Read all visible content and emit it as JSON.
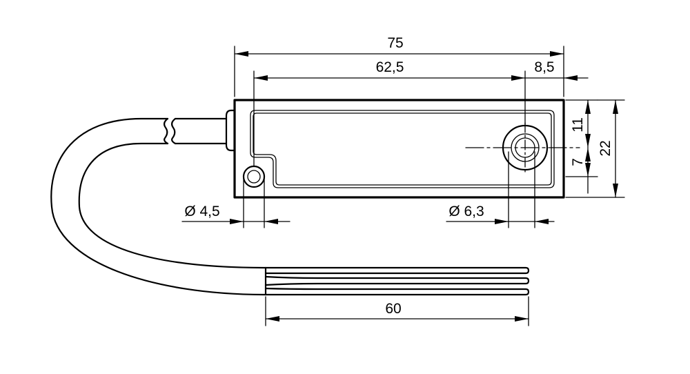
{
  "drawing": {
    "dim_overall_length": "75",
    "dim_hole_spacing": "62,5",
    "dim_hole_offset": "8,5",
    "dim_upper_height": "11",
    "dim_lower_height": "7",
    "dim_total_height": "22",
    "dim_small_hole": "Ø 4,5",
    "dim_large_hole": "Ø 6,3",
    "dim_wire_length": "60"
  }
}
